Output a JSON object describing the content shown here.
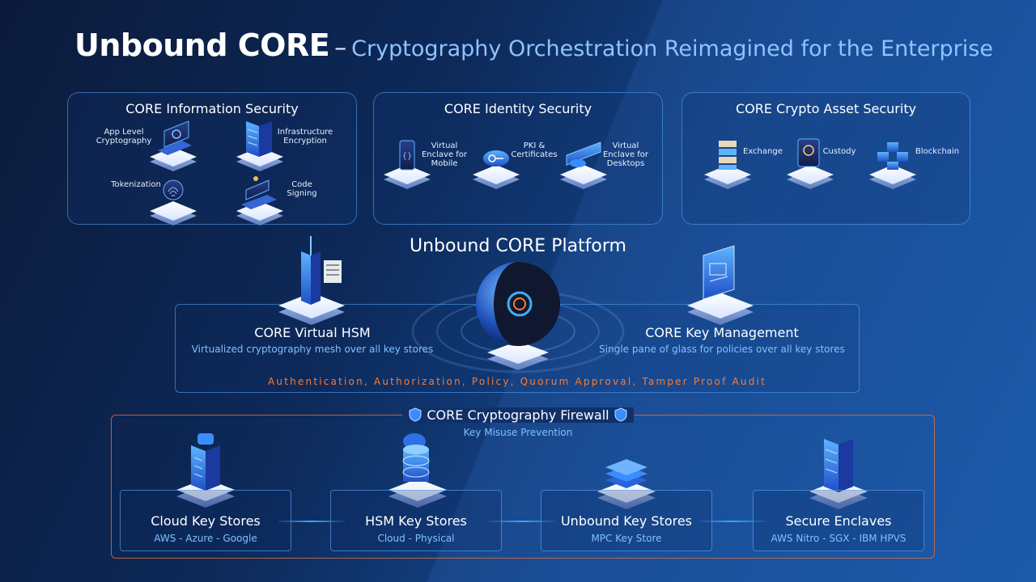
{
  "header": {
    "title_main": "Unbound CORE",
    "title_dash": "–",
    "title_sub": "Cryptography Orchestration Reimagined for the Enterprise"
  },
  "top_panels": [
    {
      "title": "CORE Information Security",
      "items": [
        "App Level Cryptography",
        "Infrastructure Encryption",
        "Tokenization",
        "Code Signing"
      ]
    },
    {
      "title": "CORE Identity Security",
      "items": [
        "Virtual Enclave for Mobile",
        "PKI & Certificates",
        "Virtual Enclave for Desktops"
      ]
    },
    {
      "title": "CORE Crypto Asset Security",
      "items": [
        "Exchange",
        "Custody",
        "Blockchain"
      ]
    }
  ],
  "platform": {
    "title": "Unbound CORE Platform",
    "left_name": "CORE Virtual HSM",
    "left_sub": "Virtualized cryptography mesh over all key stores",
    "right_name": "CORE Key Management",
    "right_sub": "Single pane of glass for policies over all key stores",
    "features": "Authentication,  Authorization, Policy, Quorum Approval, Tamper Proof Audit"
  },
  "firewall": {
    "title": "CORE Cryptography Firewall",
    "subtitle": "Key Misuse Prevention"
  },
  "stores": [
    {
      "name": "Cloud Key Stores",
      "sub": "AWS  -  Azure  -  Google"
    },
    {
      "name": "HSM Key Stores",
      "sub": "Cloud  -  Physical"
    },
    {
      "name": "Unbound Key Stores",
      "sub": "MPC Key Store"
    },
    {
      "name": "Secure Enclaves",
      "sub": "AWS Nitro  -  SGX  -  IBM HPVS"
    }
  ],
  "colors": {
    "accent_blue": "#7fc2ff",
    "accent_orange": "#ff7a2f",
    "panel_border": "#5aaaff"
  },
  "icons": [
    "laptop-icon",
    "server-rack-icon",
    "fingerprint-icon",
    "certificate-icon",
    "phone-icon",
    "cloud-key-icon",
    "desktop-icon",
    "exchange-icon",
    "custody-icon",
    "blockchain-icon",
    "globe-icon",
    "shield-icon",
    "database-icon",
    "stack-icon"
  ]
}
